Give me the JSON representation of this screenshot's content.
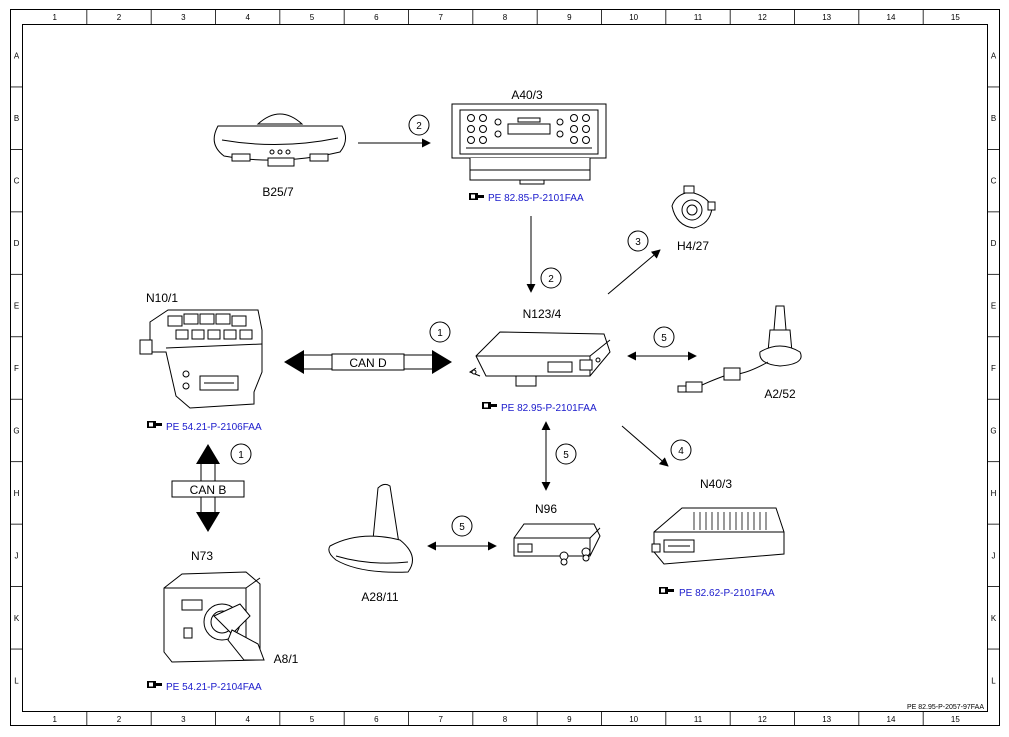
{
  "frame": {
    "columns": [
      "1",
      "2",
      "3",
      "4",
      "5",
      "6",
      "7",
      "8",
      "9",
      "10",
      "11",
      "12",
      "13",
      "14",
      "15"
    ],
    "rows": [
      "A",
      "B",
      "C",
      "D",
      "E",
      "F",
      "G",
      "H",
      "J",
      "K",
      "L"
    ]
  },
  "components": {
    "b25_7": {
      "label": "B25/7"
    },
    "a40_3": {
      "label": "A40/3",
      "ref": "PE 82.85-P-2101FAA"
    },
    "h4_27": {
      "label": "H4/27"
    },
    "n10_1": {
      "label": "N10/1",
      "ref": "PE 54.21-P-2106FAA"
    },
    "n123_4": {
      "label": "N123/4",
      "ref": "PE 82.95-P-2101FAA"
    },
    "a2_52": {
      "label": "A2/52"
    },
    "n73": {
      "label": "N73"
    },
    "a8_1": {
      "label": "A8/1",
      "ref": "PE 54.21-P-2104FAA"
    },
    "a28_11": {
      "label": "A28/11"
    },
    "n96": {
      "label": "N96"
    },
    "n40_3": {
      "label": "N40/3",
      "ref": "PE 82.62-P-2101FAA"
    }
  },
  "buses": {
    "can_d": "CAN D",
    "can_b": "CAN B"
  },
  "connections": {
    "b25_to_a40": "2",
    "a40_to_n123": "2",
    "n123_to_h4": "3",
    "can_d": "1",
    "n123_to_a2": "5",
    "n123_to_n96": "5",
    "n123_to_n40": "4",
    "can_b": "1",
    "a28_to_n96": "5"
  },
  "footer": {
    "doc_id": "PE 82.95-P-2057-97FAA"
  },
  "colors": {
    "link": "#1a1acc",
    "line": "#000000",
    "background": "#ffffff"
  }
}
